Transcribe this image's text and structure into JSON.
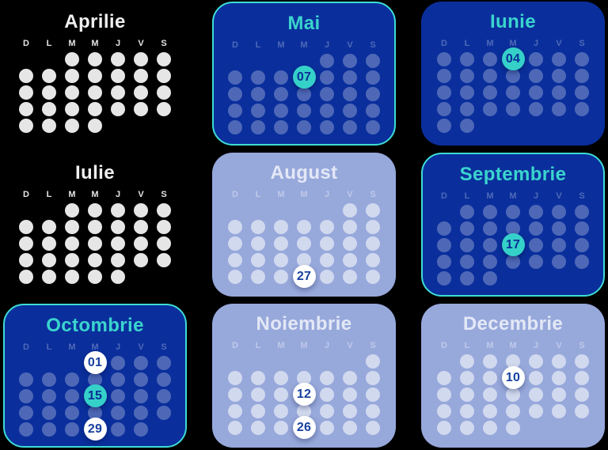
{
  "weekday_headers": [
    "D",
    "L",
    "M",
    "M",
    "J",
    "V",
    "S"
  ],
  "colors": {
    "background": "#000000",
    "dark_card": "#0A2F9C",
    "light_card": "#97A8DB",
    "teal_accent": "#3BD4CE",
    "teal_badge": "#35D1C9",
    "white_badge": "#FFFFFF",
    "badge_text_navy": "#16409E",
    "plain_dot": "#E6E6E6"
  },
  "months": [
    {
      "name": "Aprilie",
      "style": "plain",
      "weeks": [
        [
          "",
          "",
          "d",
          "d",
          "d",
          "d",
          "d"
        ],
        [
          "d",
          "d",
          "d",
          "d",
          "d",
          "d",
          "d"
        ],
        [
          "d",
          "d",
          "d",
          "d",
          "d",
          "d",
          "d"
        ],
        [
          "d",
          "d",
          "d",
          "d",
          "d",
          "d",
          "d"
        ],
        [
          "d",
          "d",
          "d",
          "d",
          "",
          "",
          ""
        ]
      ]
    },
    {
      "name": "Mai",
      "style": "dark-bordered",
      "weeks": [
        [
          "",
          "",
          "",
          "",
          "d",
          "d",
          "d"
        ],
        [
          "d",
          "d",
          "d",
          "07|teal",
          "d",
          "d",
          "d"
        ],
        [
          "d",
          "d",
          "d",
          "d",
          "d",
          "d",
          "d"
        ],
        [
          "d",
          "d",
          "d",
          "d",
          "d",
          "d",
          "d"
        ],
        [
          "d",
          "d",
          "d",
          "d",
          "d",
          "d",
          "d"
        ]
      ]
    },
    {
      "name": "Iunie",
      "style": "dark",
      "weeks": [
        [
          "d",
          "d",
          "d",
          "04|teal",
          "d",
          "d",
          "d"
        ],
        [
          "d",
          "d",
          "d",
          "d",
          "d",
          "d",
          "d"
        ],
        [
          "d",
          "d",
          "d",
          "d",
          "d",
          "d",
          "d"
        ],
        [
          "d",
          "d",
          "d",
          "d",
          "d",
          "d",
          "d"
        ],
        [
          "d",
          "d",
          "",
          "",
          "",
          "",
          ""
        ]
      ]
    },
    {
      "name": "Iulie",
      "style": "plain",
      "weeks": [
        [
          "",
          "",
          "d",
          "d",
          "d",
          "d",
          "d"
        ],
        [
          "d",
          "d",
          "d",
          "d",
          "d",
          "d",
          "d"
        ],
        [
          "d",
          "d",
          "d",
          "d",
          "d",
          "d",
          "d"
        ],
        [
          "d",
          "d",
          "d",
          "d",
          "d",
          "d",
          "d"
        ],
        [
          "d",
          "d",
          "d",
          "d",
          "d",
          "",
          ""
        ]
      ]
    },
    {
      "name": "August",
      "style": "light",
      "weeks": [
        [
          "",
          "",
          "",
          "",
          "",
          "d",
          "d"
        ],
        [
          "d",
          "d",
          "d",
          "d",
          "d",
          "d",
          "d"
        ],
        [
          "d",
          "d",
          "d",
          "d",
          "d",
          "d",
          "d"
        ],
        [
          "d",
          "d",
          "d",
          "d",
          "d",
          "d",
          "d"
        ],
        [
          "d",
          "d",
          "d",
          "27|white",
          "d",
          "d",
          "d"
        ]
      ]
    },
    {
      "name": "Septembrie",
      "style": "dark-bordered",
      "weeks": [
        [
          "",
          "d",
          "d",
          "d",
          "d",
          "d",
          "d"
        ],
        [
          "d",
          "d",
          "d",
          "d",
          "d",
          "d",
          "d"
        ],
        [
          "d",
          "d",
          "d",
          "17|teal",
          "d",
          "d",
          "d"
        ],
        [
          "d",
          "d",
          "d",
          "d",
          "d",
          "d",
          "d"
        ],
        [
          "d",
          "d",
          "d",
          "",
          "",
          "",
          ""
        ]
      ]
    },
    {
      "name": "Octombrie",
      "style": "dark-bordered",
      "weeks": [
        [
          "",
          "",
          "",
          "01|white",
          "d",
          "d",
          "d"
        ],
        [
          "d",
          "d",
          "d",
          "d",
          "d",
          "d",
          "d"
        ],
        [
          "d",
          "d",
          "d",
          "15|teal",
          "d",
          "d",
          "d"
        ],
        [
          "d",
          "d",
          "d",
          "d",
          "d",
          "d",
          "d"
        ],
        [
          "d",
          "d",
          "d",
          "29|white",
          "d",
          "d",
          ""
        ]
      ]
    },
    {
      "name": "Noiembrie",
      "style": "light",
      "weeks": [
        [
          "",
          "",
          "",
          "",
          "",
          "",
          "d"
        ],
        [
          "d",
          "d",
          "d",
          "d",
          "d",
          "d",
          "d"
        ],
        [
          "d",
          "d",
          "d",
          "12|white",
          "d",
          "d",
          "d"
        ],
        [
          "d",
          "d",
          "d",
          "d",
          "d",
          "d",
          "d"
        ],
        [
          "d",
          "d",
          "d",
          "26|white",
          "d",
          "d",
          "d"
        ]
      ]
    },
    {
      "name": "Decembrie",
      "style": "light",
      "weeks": [
        [
          "",
          "d",
          "d",
          "d",
          "d",
          "d",
          "d"
        ],
        [
          "d",
          "d",
          "d",
          "10|white",
          "d",
          "d",
          "d"
        ],
        [
          "d",
          "d",
          "d",
          "d",
          "d",
          "d",
          "d"
        ],
        [
          "d",
          "d",
          "d",
          "d",
          "d",
          "d",
          "d"
        ],
        [
          "d",
          "d",
          "d",
          "d",
          "",
          "",
          ""
        ]
      ]
    }
  ]
}
